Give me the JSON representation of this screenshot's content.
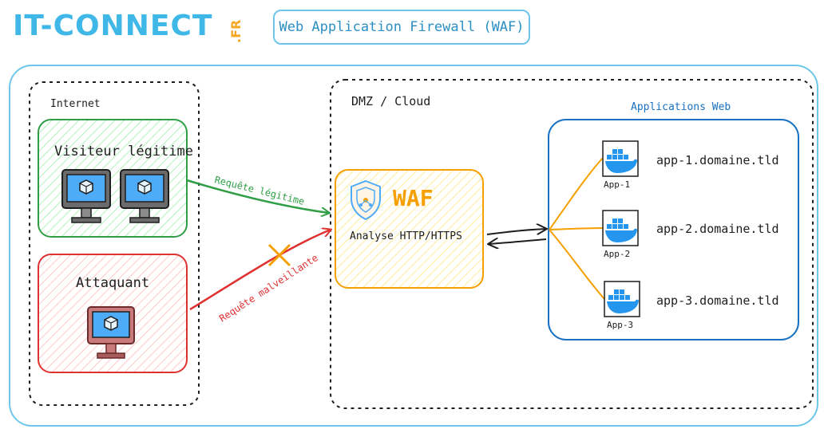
{
  "header": {
    "logo_text": "IT-CONNECT",
    "logo_suffix": ".FR",
    "title": "Web Application Firewall (WAF)"
  },
  "zones": {
    "internet": "Internet",
    "dmz": "DMZ / Cloud",
    "apps": "Applications Web"
  },
  "visitor": {
    "label": "Visiteur légitime"
  },
  "attacker": {
    "label": "Attaquant"
  },
  "edges": {
    "legit": "Requête légitime",
    "malicious": "Requête malveillante"
  },
  "waf": {
    "title": "WAF",
    "subtitle": "Analyse HTTP/HTTPS"
  },
  "apps": [
    {
      "tag": "App-1",
      "domain": "app-1.domaine.tld"
    },
    {
      "tag": "App-2",
      "domain": "app-2.domaine.tld"
    },
    {
      "tag": "App-3",
      "domain": "app-3.domaine.tld"
    }
  ],
  "colors": {
    "outer": "#6ec6ea",
    "legit": "#2f9e44",
    "malicious": "#e03131",
    "waf": "#f59f00",
    "apps": "#1971c2",
    "docker": "#2496ed"
  }
}
